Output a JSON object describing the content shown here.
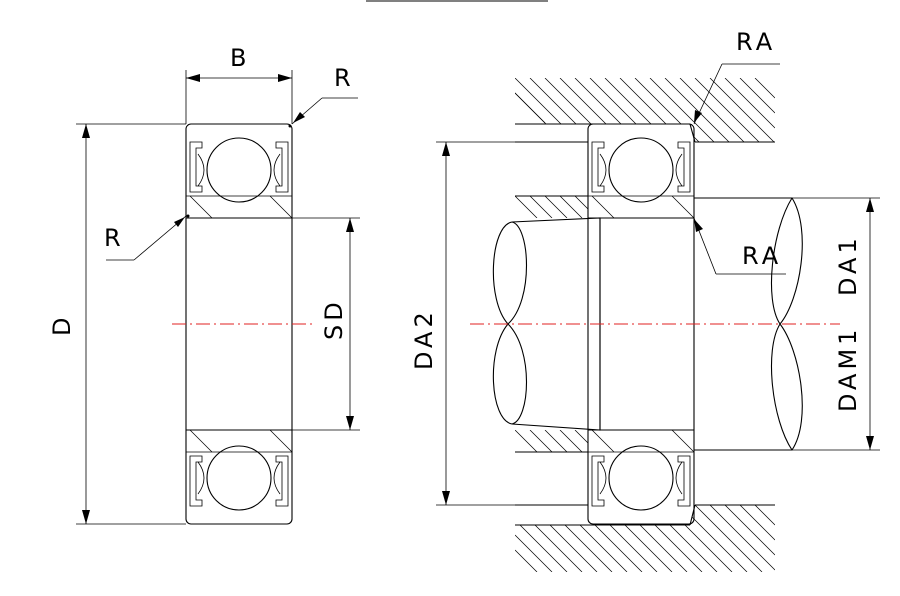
{
  "labels": {
    "b": "B",
    "r_top": "R",
    "r_left": "R",
    "d": "D",
    "sd": "SD",
    "ra_top": "RA",
    "ra_mid": "RA",
    "da2": "DA2",
    "da1": "DA1",
    "dam1": "DAM1"
  },
  "colors": {
    "line": "#000000",
    "centerline": "#e02020",
    "background": "#ffffff"
  }
}
